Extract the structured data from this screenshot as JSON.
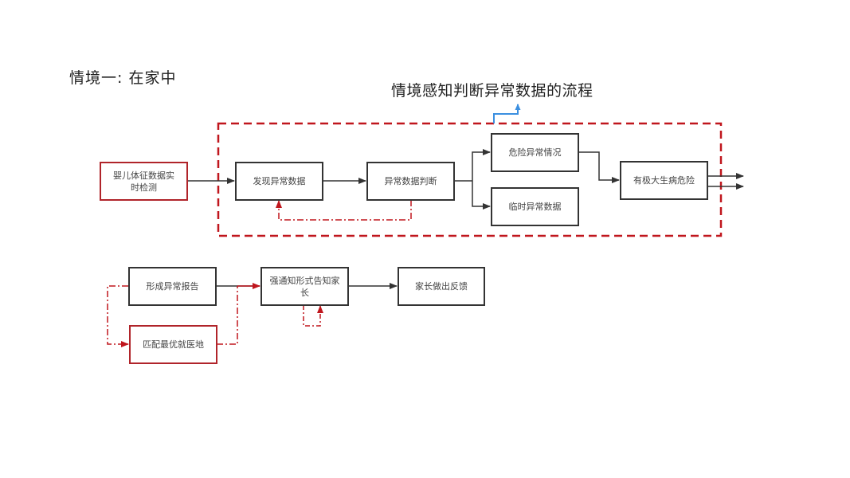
{
  "scenario_label": "情境一:  在家中",
  "flow_title": "情境感知判断异常数据的流程",
  "colors": {
    "dark_border": "#333333",
    "red_accent": "#b0242a",
    "blue_connector": "#3b8fe0"
  },
  "nodes": {
    "infant_monitor": "婴儿体征数据实时检测",
    "detect_abnormal": "发现异常数据",
    "judge_abnormal": "异常数据判断",
    "danger_case": "危险异常情况",
    "temporary_abnormal": "临时异常数据",
    "high_risk": "有极大生病危险",
    "form_report": "形成异常报告",
    "match_hospital": "匹配最优就医地",
    "notify_parents": "强通知形式告知家长",
    "parent_feedback": "家长做出反馈"
  }
}
